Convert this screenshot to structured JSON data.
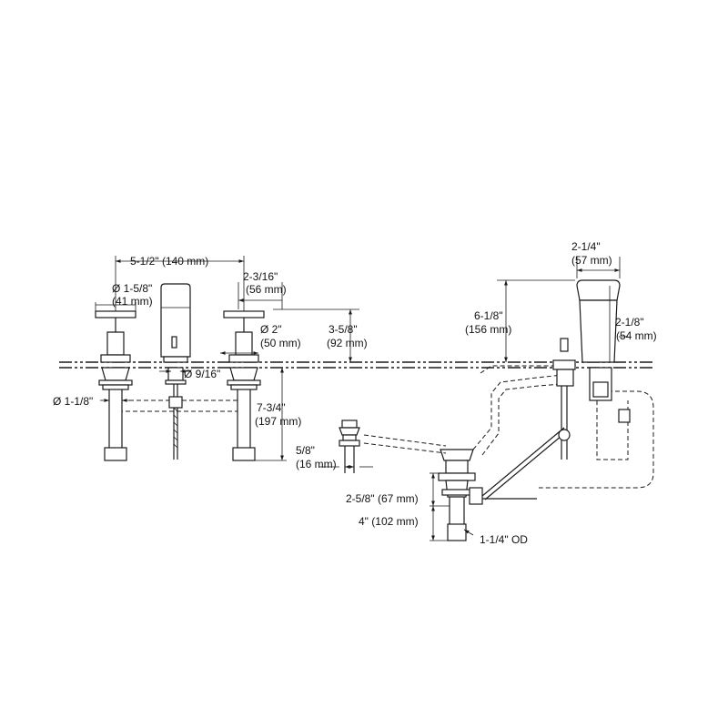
{
  "colors": {
    "line": "#1a1a1a",
    "background": "#ffffff"
  },
  "dimensions": {
    "spread": "5-1/2\" (140 mm)",
    "handle_dia_in": "Ø 1-5/8\"",
    "handle_dia_mm": "(41 mm)",
    "spout_base_in": "2-3/16\"",
    "spout_base_mm": "(56 mm)",
    "spout_dia_in": "Ø 2\"",
    "spout_dia_mm": "(50 mm)",
    "spout_height_in": "3-5/8\"",
    "spout_height_mm": "(92 mm)",
    "hole_dia": "Ø 9/16\"",
    "shank_dia": "Ø 1-1/8\"",
    "below_deck_in": "7-3/4\"",
    "below_deck_mm": "(197 mm)",
    "drain_offset_in": "5/8\"",
    "drain_offset_mm": "(16 mm)",
    "drain_body": "2-5/8\" (67 mm)",
    "tailpiece": "4\" (102 mm)",
    "outlet": "1-1/4\" OD",
    "right_width_in": "2-1/4\"",
    "right_width_mm": "(57 mm)",
    "right_height_in": "6-1/8\"",
    "right_height_mm": "(156 mm)",
    "right_depth_in": "2-1/8\"",
    "right_depth_mm": "(54 mm)"
  }
}
